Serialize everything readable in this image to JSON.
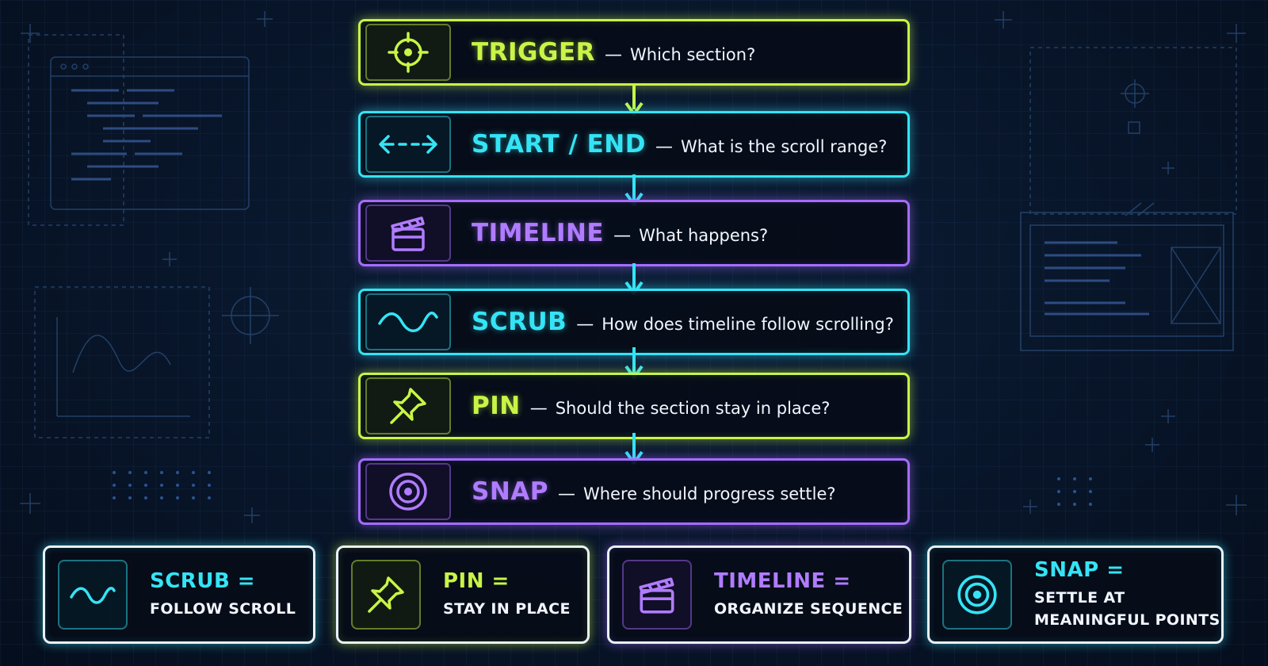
{
  "steps": [
    {
      "keyword": "TRIGGER",
      "dash": "—",
      "question": "Which section?",
      "color": "#c8f546",
      "icon": "crosshair-icon"
    },
    {
      "keyword": "START / END",
      "dash": "—",
      "question": "What is the scroll range?",
      "color": "#34e4f5",
      "icon": "double-arrow-icon"
    },
    {
      "keyword": "TIMELINE",
      "dash": "—",
      "question": "What happens?",
      "color": "#a66cff",
      "icon": "clapperboard-icon"
    },
    {
      "keyword": "SCRUB",
      "dash": "—",
      "question": "How does timeline follow scrolling?",
      "color": "#34e4f5",
      "icon": "wave-icon"
    },
    {
      "keyword": "PIN",
      "dash": "—",
      "question": "Should the section stay in place?",
      "color": "#c8f546",
      "icon": "pushpin-icon"
    },
    {
      "keyword": "SNAP",
      "dash": "—",
      "question": "Where should progress settle?",
      "color": "#a66cff",
      "icon": "target-icon"
    }
  ],
  "summary": [
    {
      "title": "SCRUB =",
      "lines": [
        "FOLLOW SCROLL"
      ],
      "color": "#34e4f5",
      "icon": "wave-icon"
    },
    {
      "title": "PIN =",
      "lines": [
        "STAY IN PLACE"
      ],
      "color": "#c8f546",
      "icon": "pushpin-icon"
    },
    {
      "title": "TIMELINE =",
      "lines": [
        "ORGANIZE SEQUENCE"
      ],
      "color": "#a66cff",
      "icon": "clapperboard-icon"
    },
    {
      "title": "SNAP =",
      "lines": [
        "SETTLE AT",
        "MEANINGFUL POINTS"
      ],
      "color": "#34e4f5",
      "icon": "target-icon"
    }
  ]
}
